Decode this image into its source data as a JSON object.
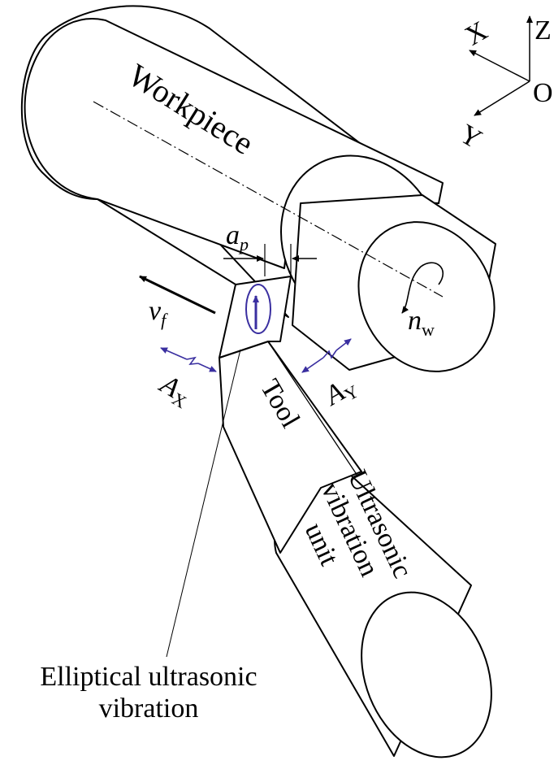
{
  "axes": {
    "x": "X",
    "y": "Y",
    "z": "Z",
    "origin": "O"
  },
  "labels": {
    "workpiece": "Workpiece",
    "tool": "Tool",
    "unit_line1": "Ultrasonic",
    "unit_line2": "vibration",
    "unit_line3": "unit",
    "depth_base": "a",
    "depth_sub": "p",
    "feed_base": "v",
    "feed_sub": "f",
    "speed_base": "n",
    "speed_sub": "w",
    "ax_base": "A",
    "ax_sub": "X",
    "ay_base": "A",
    "ay_sub": "Y",
    "caption_line1": "Elliptical ultrasonic",
    "caption_line2": "vibration"
  },
  "colors": {
    "vibration": "#3a2fa0",
    "line": "#000000"
  }
}
